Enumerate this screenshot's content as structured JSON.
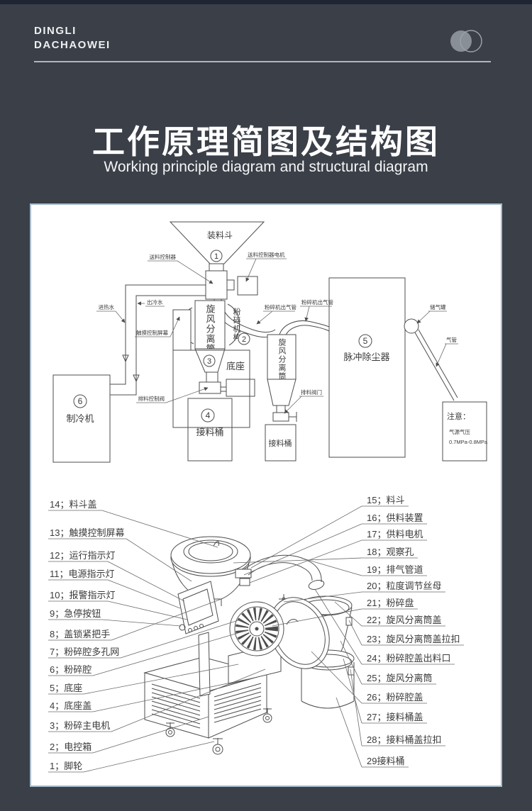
{
  "header": {
    "brand_line1": "DINGLI",
    "brand_line2": "DACHAOWEI"
  },
  "title": {
    "zh": "工作原理简图及结构图",
    "en": "Working principle diagram and structural diagram"
  },
  "principle": {
    "hopper": "装料斗",
    "feed_controller": "送料控制器",
    "feed_controller_motor": "送料控制器电机",
    "hot_water_in": "进热水",
    "cold_water_out": "出冷水",
    "touch_screen": "触摸控制屏幕",
    "cyclone": "旋风分离筒",
    "crusher_mechanism": "粉碎机构",
    "base": "底座",
    "discharge_control_valve": "排料控制阀",
    "receive_barrel": "接料桶",
    "chiller": "制冷机",
    "crusher_outlet_pipe": "粉碎机出气管",
    "discharge_valve": "排料阀门",
    "dust_collector": "脉冲除尘器",
    "air_tank": "储气罐",
    "air_pipe": "气管",
    "note_title": "注意：",
    "note_line1": "气源气压",
    "note_line2": "0.7MPa-0.8MPa",
    "m1": "1",
    "m2": "2",
    "m3": "3",
    "m4": "4",
    "m5": "5",
    "m6": "6"
  },
  "structure": {
    "left_items": [
      "14；料斗盖",
      "13；触摸控制屏幕",
      "12；运行指示灯",
      "11；电源指示灯",
      "10；报警指示灯",
      "9；急停按钮",
      "8；盖锁紧把手",
      "7；粉碎腔多孔网",
      "6；粉碎腔",
      "5；底座",
      "4；底座盖",
      "3；粉碎主电机",
      "2；电控箱",
      "1；脚轮"
    ],
    "right_items": [
      "15；料斗",
      "16；供料装置",
      "17；供料电机",
      "18；观察孔",
      "19；排气管道",
      "20；粒度调节丝母",
      "21；粉碎盘",
      "22；旋风分离筒盖",
      "23；旋风分离筒盖拉扣",
      "24；粉碎腔盖出料口",
      "25；旋风分离筒",
      "26；粉碎腔盖",
      "27；接料桶盖",
      "28；接料桶盖拉扣",
      "29接料桶"
    ]
  }
}
